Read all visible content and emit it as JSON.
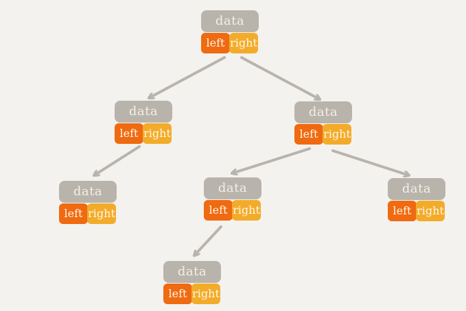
{
  "colors": {
    "background": "#f4f2ee",
    "data_box": "#b9b4ab",
    "left_box": "#ef6a10",
    "right_box": "#f3ab2a",
    "edge": "#b8b4ad"
  },
  "nodes": [
    {
      "data": "data",
      "left": "left",
      "right": "right"
    },
    {
      "data": "data",
      "left": "left",
      "right": "right"
    },
    {
      "data": "data",
      "left": "left",
      "right": "right"
    },
    {
      "data": "data",
      "left": "left",
      "right": "right"
    },
    {
      "data": "data",
      "left": "left",
      "right": "right"
    },
    {
      "data": "data",
      "left": "left",
      "right": "right"
    },
    {
      "data": "data",
      "left": "left",
      "right": "right"
    }
  ],
  "edges": [
    {
      "from": 0,
      "to": 1
    },
    {
      "from": 0,
      "to": 2
    },
    {
      "from": 1,
      "to": 3
    },
    {
      "from": 2,
      "to": 4
    },
    {
      "from": 2,
      "to": 5
    },
    {
      "from": 4,
      "to": 6
    }
  ]
}
